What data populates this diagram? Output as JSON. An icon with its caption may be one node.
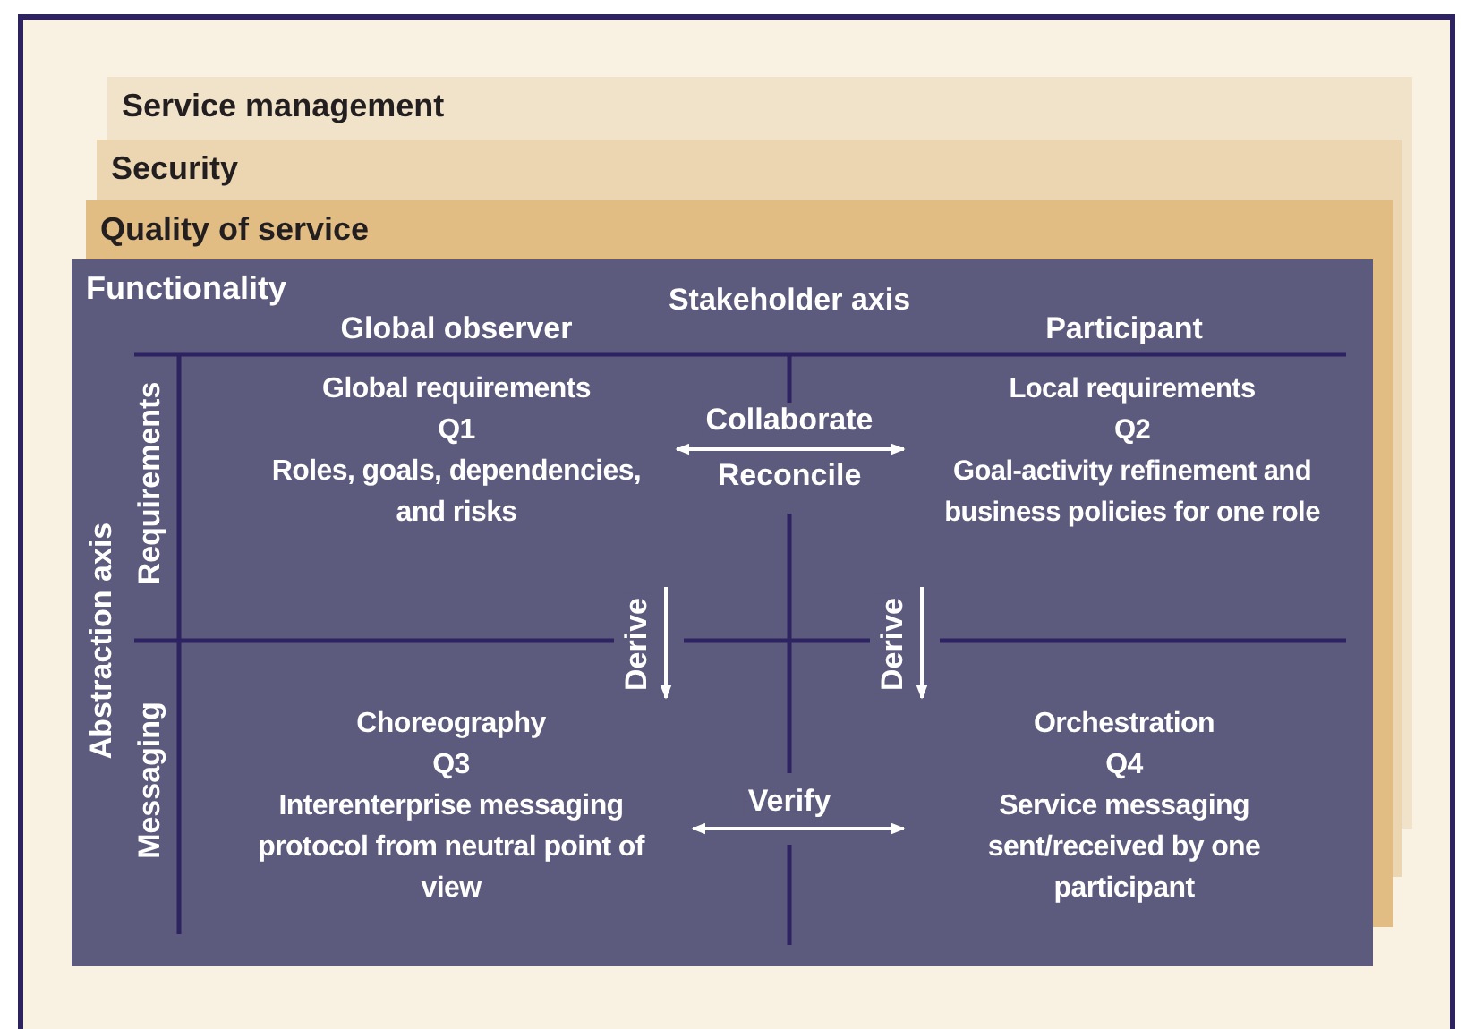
{
  "diagram": {
    "nodes": [
      {
        "text": [
          "Service management"
        ]
      },
      {
        "text": [
          "Security"
        ]
      },
      {
        "text": [
          "Quality of service"
        ]
      },
      {
        "text": [
          "Functionality"
        ]
      },
      {
        "text": [
          "Global requirements",
          "Q1",
          "Roles, goals, dependencies, and risks"
        ],
        "in": 3
      },
      {
        "text": [
          "Local requirements",
          "Q2",
          "Goal-activity refinement and business policies for one role"
        ],
        "in": 3
      },
      {
        "text": [
          "Choreography",
          "Q3",
          "Interenterprise messaging protocol from neutral point of view"
        ],
        "in": 3
      },
      {
        "text": [
          "Orchestration",
          "Q4",
          "Service messaging sent/received by one participant"
        ],
        "in": 3
      }
    ],
    "edges": [
      {
        "from": 4,
        "to": 5,
        "arrow": "both",
        "label": "Collaborate"
      },
      {
        "from": 4,
        "to": 6,
        "arrow": "to",
        "label": "Derive"
      },
      {
        "from": 5,
        "to": 7,
        "arrow": "to",
        "label": "Derive"
      },
      {
        "from": 6,
        "to": 7,
        "arrow": "both",
        "label": "Verify"
      }
    ],
    "labels": [
      "Stakeholder axis",
      "Global observer",
      "Participant",
      "Abstraction axis",
      "Requirements",
      "Messaging",
      "Reconcile"
    ]
  }
}
